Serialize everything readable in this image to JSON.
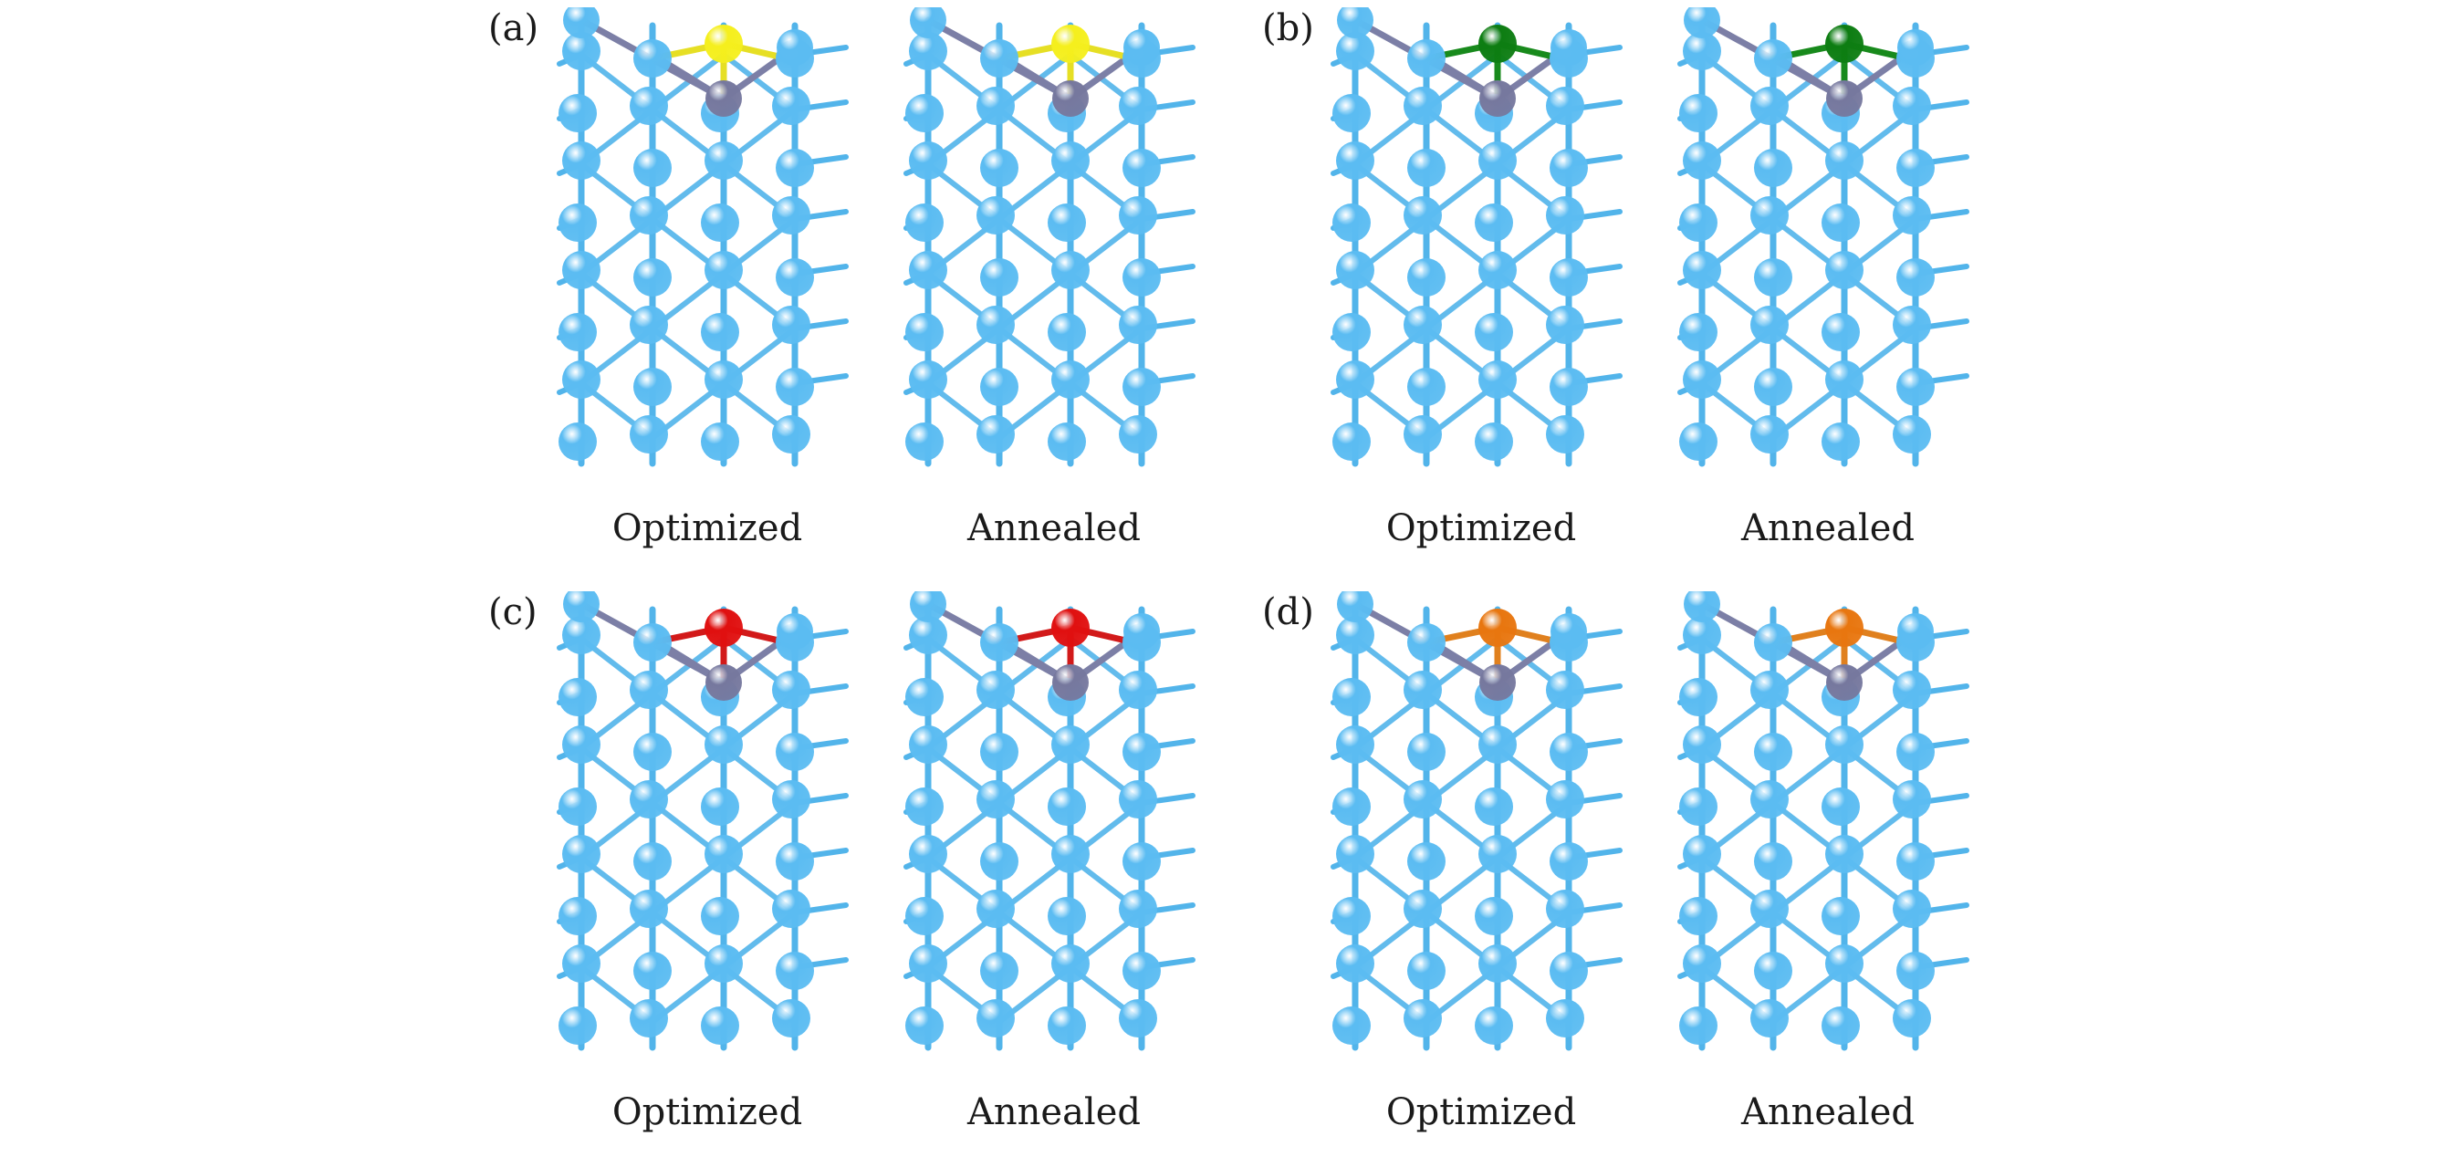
{
  "panels": [
    {
      "id": "a",
      "label": "(a)",
      "adatom_color": "#f5ef1d",
      "bond_color": "#e6df24",
      "models": [
        {
          "caption": "Optimized"
        },
        {
          "caption": "Annealed"
        }
      ]
    },
    {
      "id": "b",
      "label": "(b)",
      "adatom_color": "#0d7d12",
      "bond_color": "#188a1c",
      "models": [
        {
          "caption": "Optimized"
        },
        {
          "caption": "Annealed"
        }
      ]
    },
    {
      "id": "c",
      "label": "(c)",
      "adatom_color": "#e01010",
      "bond_color": "#d21a1a",
      "models": [
        {
          "caption": "Optimized"
        },
        {
          "caption": "Annealed"
        }
      ]
    },
    {
      "id": "d",
      "label": "(d)",
      "adatom_color": "#e8760f",
      "bond_color": "#e0801e",
      "models": [
        {
          "caption": "Optimized"
        },
        {
          "caption": "Annealed"
        }
      ]
    }
  ],
  "colors": {
    "lattice_atom": "#5bbcf2",
    "lattice_bond": "#52b4ea",
    "substitutional_atom": "#76789e",
    "substitutional_bond": "#7c7fa6"
  }
}
